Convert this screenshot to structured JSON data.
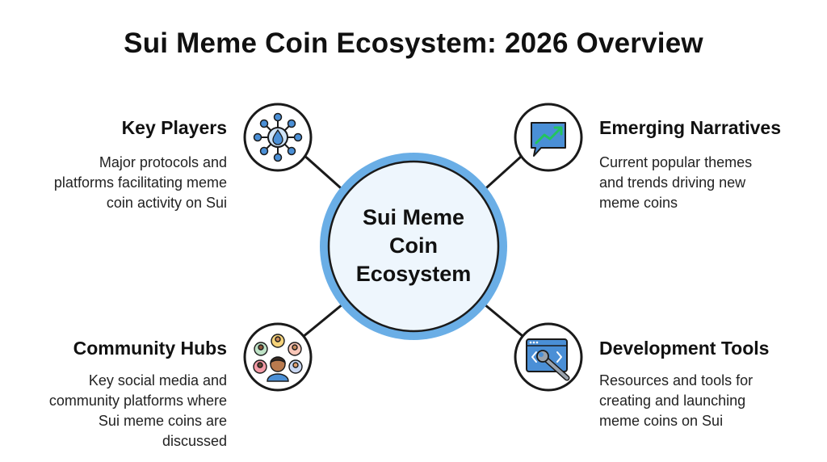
{
  "title": "Sui Meme Coin Ecosystem: 2026 Overview",
  "center": {
    "lines": [
      "Sui Meme",
      "Coin",
      "Ecosystem"
    ]
  },
  "nodes": [
    {
      "heading": "Key Players",
      "desc": [
        "Major protocols and",
        "platforms facilitating meme",
        "coin activity on Sui"
      ],
      "icon": "network-droplet-icon"
    },
    {
      "heading": "Emerging Narratives",
      "desc": [
        "Current popular themes",
        "and trends driving new",
        "meme coins"
      ],
      "icon": "trending-chart-bubble-icon"
    },
    {
      "heading": "Community Hubs",
      "desc": [
        "Key social media and",
        "community platforms where",
        "Sui meme coins are",
        "discussed"
      ],
      "icon": "community-people-icon"
    },
    {
      "heading": "Development Tools",
      "desc": [
        "Resources and tools for",
        "creating and launching",
        "meme coins on Sui"
      ],
      "icon": "code-wrench-icon"
    }
  ],
  "colors": {
    "accent": "#6aaee6",
    "center_fill": "#eef6fd",
    "line": "#1a1a1a"
  }
}
